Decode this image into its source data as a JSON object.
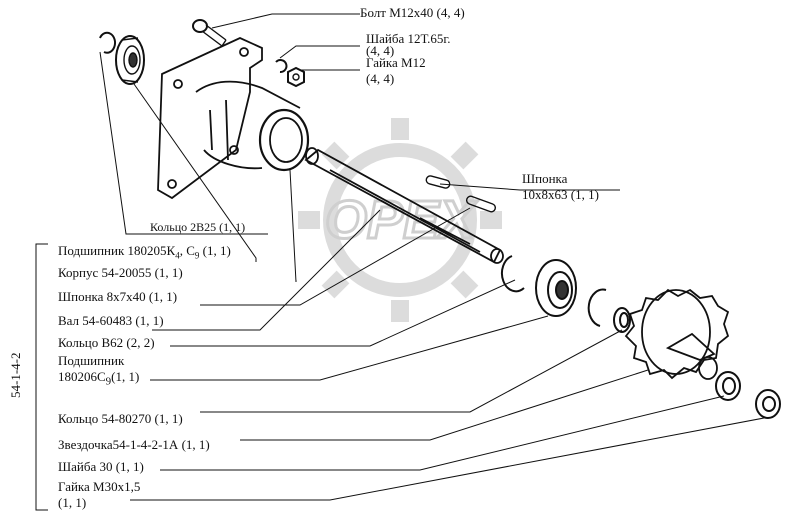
{
  "group_code": "54-1-4-2",
  "watermark_text": "OPEX",
  "labels": {
    "bolt": "Болт М12х40 (4, 4)",
    "washer_line1": "Шайба 12Т.65г.",
    "washer_line2": "(4, 4)",
    "nut_line1": "Гайка М12",
    "nut_line2": "(4, 4)",
    "key_small_line1": "Шпонка",
    "key_small_line2": "10х8х63 (1, 1)",
    "ring_2v25": "Кольцо 2В25 (1, 1)",
    "bearing_180205": "Подшипник 180205К",
    "bearing_180205_sub1": "4",
    "bearing_180205_mid": ", С",
    "bearing_180205_sub2": "9",
    "bearing_180205_tail": " (1, 1)",
    "housing": "Корпус 54-20055 (1, 1)",
    "key_8x7x40": "Шпонка 8х7х40 (1, 1)",
    "shaft": "Вал 54-60483 (1, 1)",
    "ring_v62": "Кольцо В62 (2, 2)",
    "bearing_180206_line1": "Подшипник",
    "bearing_180206_line2": "180206С",
    "bearing_180206_sub": "9",
    "bearing_180206_tail": "(1, 1)",
    "ring_80270": "Кольцо 54-80270 (1, 1)",
    "sprocket": "Звездочка54-1-4-2-1А (1, 1)",
    "washer_30": "Шайба 30 (1, 1)",
    "nut_m30_line1": "Гайка М30х1,5",
    "nut_m30_line2": "(1, 1)"
  },
  "colors": {
    "ink": "#111111",
    "watermark": "#d9d9d9",
    "background": "#ffffff"
  }
}
